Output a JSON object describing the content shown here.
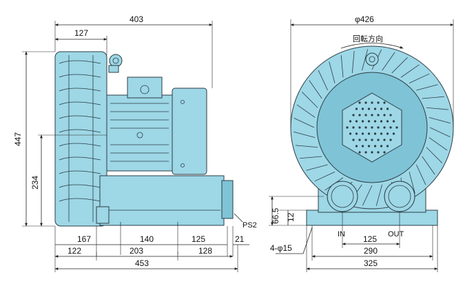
{
  "side_view": {
    "dims": {
      "overall_length": "403",
      "suction_offset": "127",
      "overall_height": "447",
      "center_height": "234",
      "d167": "167",
      "d140": "140",
      "d125": "125",
      "d21": "21",
      "d122": "122",
      "d203": "203",
      "d128": "128",
      "base_length": "453"
    },
    "ps_label": "PS2"
  },
  "front_view": {
    "dims": {
      "diameter": "φ426",
      "d66_5": "66.5",
      "d12": "12",
      "d125": "125",
      "d290": "290",
      "d325": "325",
      "holes": "4-φ15"
    },
    "rotation_label": "回転方向",
    "inlet_label": "IN",
    "outlet_label": "OUT"
  },
  "colors": {
    "body": "#9ed7e6",
    "body_dark": "#7fc3d6",
    "outline": "#2a3d45"
  }
}
